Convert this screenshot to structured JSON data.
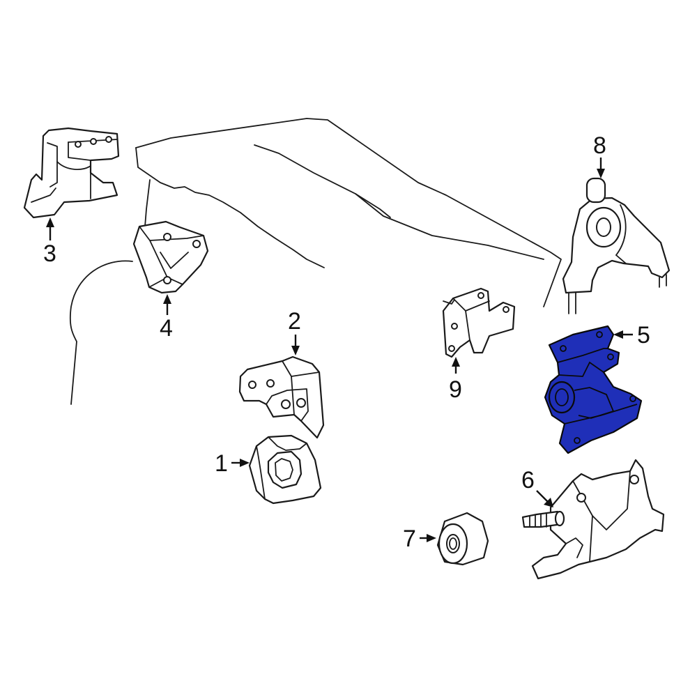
{
  "diagram": {
    "highlight_color": "#1f2fb8",
    "callouts": [
      {
        "id": "1",
        "label": "1"
      },
      {
        "id": "2",
        "label": "2"
      },
      {
        "id": "3",
        "label": "3"
      },
      {
        "id": "4",
        "label": "4"
      },
      {
        "id": "5",
        "label": "5"
      },
      {
        "id": "6",
        "label": "6"
      },
      {
        "id": "7",
        "label": "7"
      },
      {
        "id": "8",
        "label": "8"
      },
      {
        "id": "9",
        "label": "9"
      }
    ],
    "highlighted_part": "5"
  }
}
